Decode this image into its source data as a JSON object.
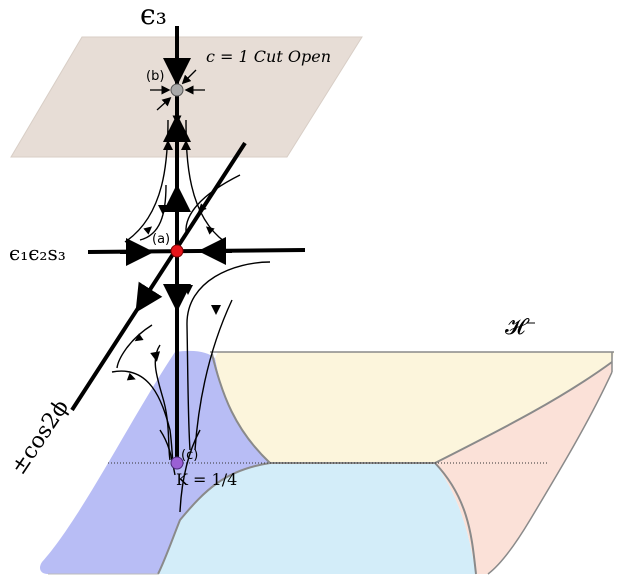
{
  "labels": {
    "axis_top": "ϵ₃",
    "plane_caption": "c = 1 Cut Open",
    "axis_left": "ϵ₁ϵ₂s₃",
    "axis_diagonal": "±cos2ϕ",
    "surface_label": "𝓗⁻",
    "point_a": "(a)",
    "point_b": "(b)",
    "point_c": "(c)",
    "k_label": "K = 1/4"
  },
  "colors": {
    "plane": "#e7ddd6",
    "region_left": "#b8bdf5",
    "region_top": "#fcf5dc",
    "region_bottom": "#d3edf9",
    "region_right": "#fbe1d8",
    "point_a": "#e8151b",
    "point_b": "#a9a9a9",
    "point_c": "#9a60d4"
  }
}
